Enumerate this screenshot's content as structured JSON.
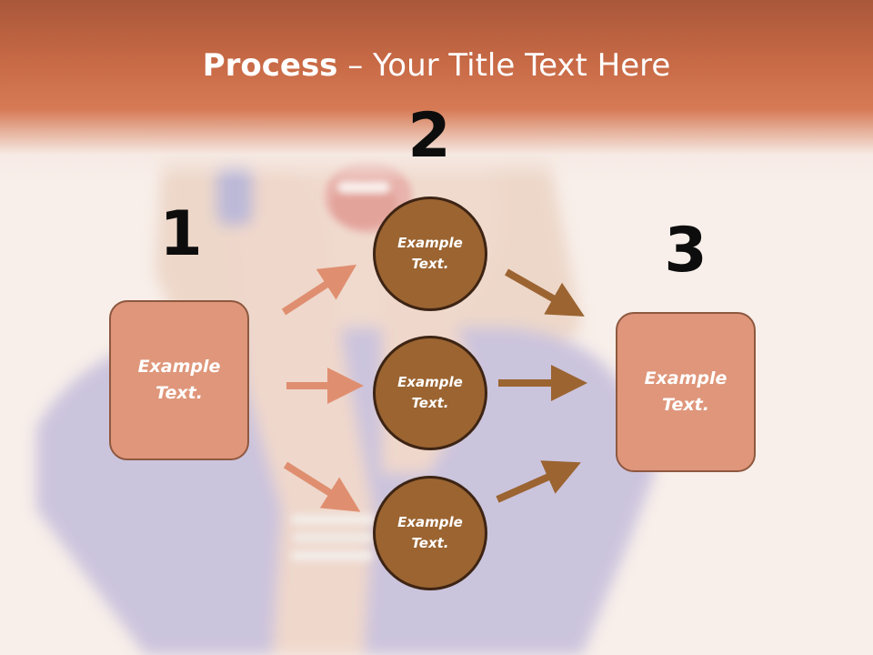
{
  "title": {
    "bold": "Process",
    "rest": " – Your Title Text Here"
  },
  "steps": [
    {
      "number": "1",
      "label": "Example Text."
    },
    {
      "number": "2",
      "labels": [
        "Example Text.",
        "Example Text.",
        "Example Text."
      ]
    },
    {
      "number": "3",
      "label": "Example Text."
    }
  ],
  "colors": {
    "header": "#c86a46",
    "box_fill": "#df967a",
    "circle_fill": "#9b6431",
    "arrow_left": "#df8f70",
    "arrow_right": "#9b6431"
  }
}
